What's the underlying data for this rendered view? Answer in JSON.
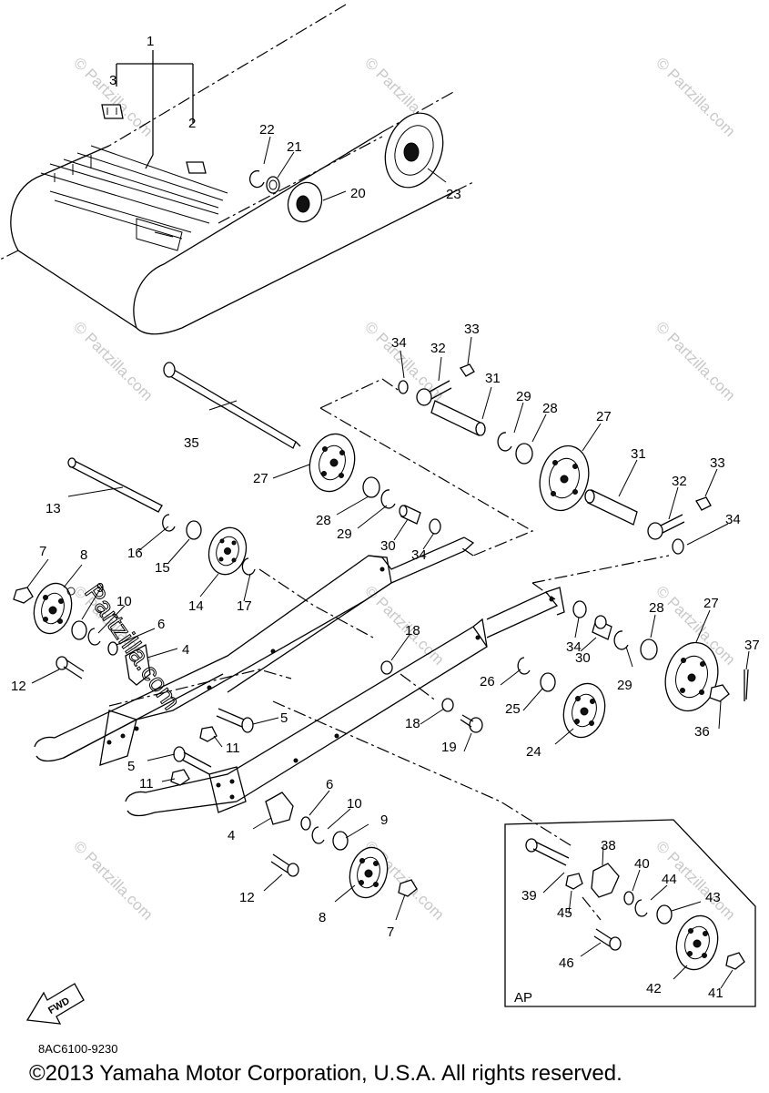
{
  "watermark": "© Partzilla.com",
  "overlay_watermark": "Partzilla.com",
  "inset_label": "AP",
  "fwd_label": "FWD",
  "diagram_code": "8AC6100-9230",
  "copyright": "©2013 Yamaha Motor Corporation, U.S.A. All rights reserved.",
  "callouts": [
    "1",
    "2",
    "3",
    "4",
    "5",
    "6",
    "7",
    "8",
    "9",
    "10",
    "11",
    "12",
    "13",
    "14",
    "15",
    "16",
    "17",
    "18",
    "19",
    "20",
    "21",
    "22",
    "23",
    "24",
    "25",
    "26",
    "27",
    "28",
    "29",
    "30",
    "31",
    "32",
    "33",
    "34",
    "35",
    "36",
    "37",
    "38",
    "39",
    "40",
    "41",
    "42",
    "43",
    "44",
    "45",
    "46"
  ]
}
